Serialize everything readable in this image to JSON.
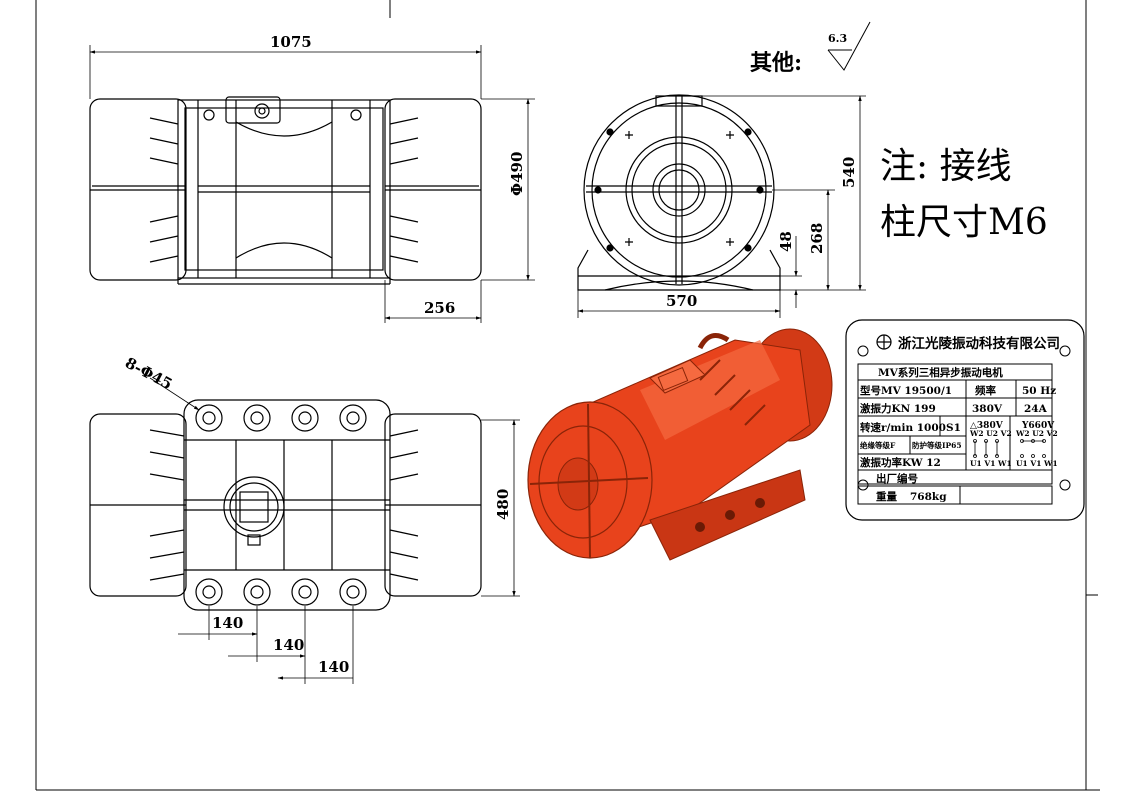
{
  "drawing": {
    "dims": {
      "length": "1075",
      "diameter": "Φ490",
      "foot_offset": "256",
      "height": "540",
      "center_height": "268",
      "foot_thickness": "48",
      "foot_width": "570",
      "bolt_holes": "8-Φ45",
      "foot_length": "480",
      "pitch_1": "140",
      "pitch_2": "140",
      "pitch_3": "140"
    },
    "surface_note": {
      "label": "其他:",
      "roughness": "6.3"
    },
    "terminal_note": {
      "line1": "注: 接线",
      "line2": "柱尺寸M6"
    }
  },
  "nameplate": {
    "company": "浙江光陵振动科技有限公司",
    "title": "MV系列三相异步振动电机",
    "rows": [
      [
        "型号MV  19500/1",
        "频率",
        "50 Hz"
      ],
      [
        "激振力KN  199",
        "380V",
        "24A"
      ]
    ],
    "speed": "转速r/min 1000",
    "duty": "S1",
    "insulation": "绝缘等级F",
    "protection": "防护等级IP65",
    "power": "激振功率KW   12",
    "delta": "△380V",
    "delta_top": "W2 U2 V2",
    "delta_bottom": "U1 V1 W1",
    "star": "Y660V",
    "star_top": "W2 U2 V2",
    "star_bottom": "U1 V1 W1",
    "serial_label": "出厂编号",
    "weight_label": "重量",
    "weight_value": "768kg"
  },
  "colors": {
    "motor_body": "#e8431c",
    "motor_dark": "#b42e10",
    "motor_light": "#f56a40",
    "line": "#000000"
  }
}
